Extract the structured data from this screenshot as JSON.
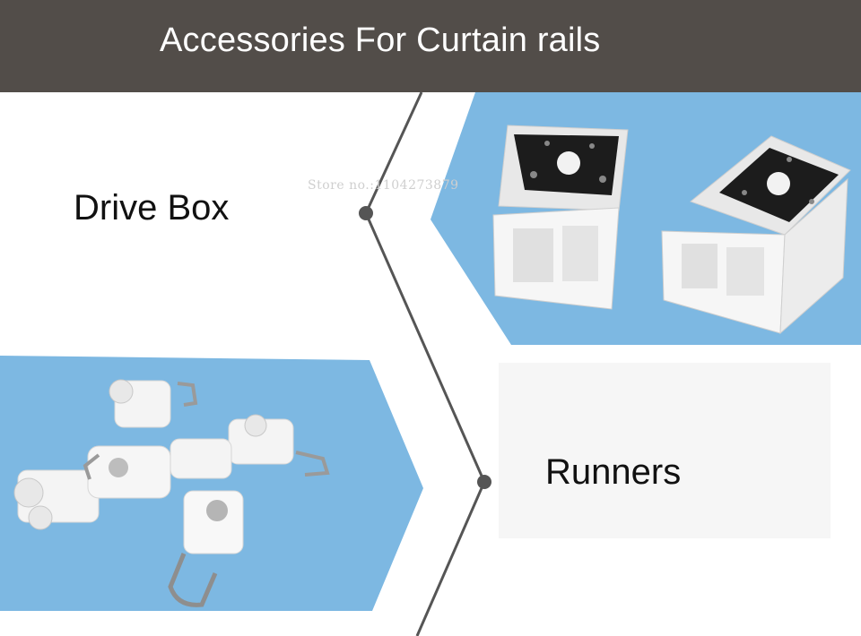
{
  "header": {
    "title": "Accessories For Curtain rails"
  },
  "labels": {
    "drive_box": "Drive Box",
    "runners": "Runners"
  },
  "watermark": {
    "text": "Store no.:1104273879"
  },
  "colors": {
    "header_bg": "#524d49",
    "photo_blue": "#7db8e2",
    "connector_line": "#555555",
    "part_white": "#f4f4f4",
    "plate_black": "#1c1c1c"
  }
}
